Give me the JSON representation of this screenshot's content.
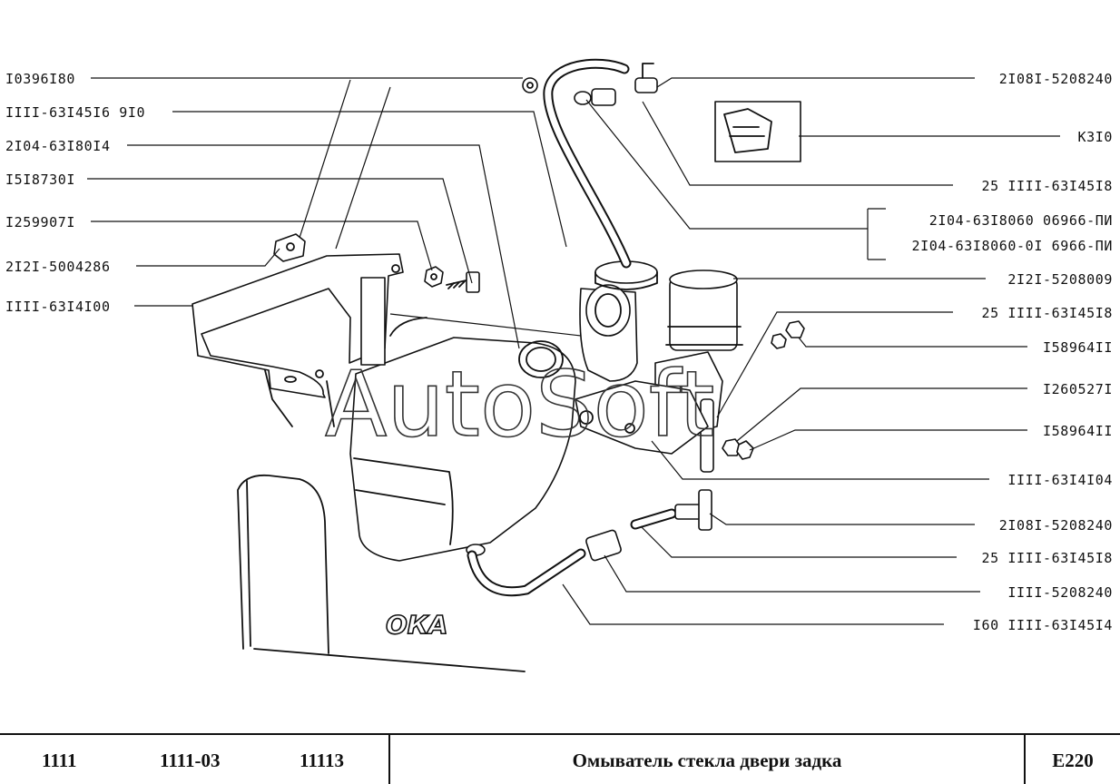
{
  "diagram": {
    "watermark": "AutoSoft",
    "logo": "ОКА",
    "left_callouts": [
      "I0396I80",
      "IIII-63I45I6 9I0",
      "2I04-63I80I4",
      "I5I8730I",
      "I259907I",
      "2I2I-5004286",
      "IIII-63I4I00"
    ],
    "right_callouts": [
      "2I08I-5208240",
      "K3I0",
      "25 IIII-63I45I8",
      "2I04-63I8060 06966-ПИ",
      "2I04-63I8060-0I 6966-ПИ",
      "2I2I-5208009",
      "25 IIII-63I45I8",
      "I58964II",
      "I260527I",
      "I58964II",
      "IIII-63I4I04",
      "2I08I-5208240",
      "25 IIII-63I45I8",
      "IIII-5208240",
      "I60 IIII-63I45I4"
    ]
  },
  "footer": {
    "models": [
      "1111",
      "1111-03",
      "11113"
    ],
    "title": "Омыватель стекла двери задка",
    "code": "E220"
  }
}
